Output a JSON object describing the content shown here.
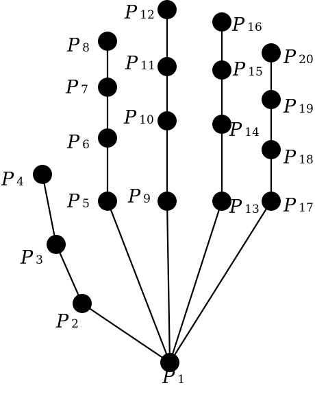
{
  "diagram": {
    "label_prefix": "P",
    "nodes": [
      {
        "id": "1",
        "label": "1"
      },
      {
        "id": "2",
        "label": "2"
      },
      {
        "id": "3",
        "label": "3"
      },
      {
        "id": "4",
        "label": "4"
      },
      {
        "id": "5",
        "label": "5"
      },
      {
        "id": "6",
        "label": "6"
      },
      {
        "id": "7",
        "label": "7"
      },
      {
        "id": "8",
        "label": "8"
      },
      {
        "id": "9",
        "label": "9"
      },
      {
        "id": "10",
        "label": "10"
      },
      {
        "id": "11",
        "label": "11"
      },
      {
        "id": "12",
        "label": "12"
      },
      {
        "id": "13",
        "label": "13"
      },
      {
        "id": "14",
        "label": "14"
      },
      {
        "id": "15",
        "label": "15"
      },
      {
        "id": "16",
        "label": "16"
      },
      {
        "id": "17",
        "label": "17"
      },
      {
        "id": "18",
        "label": "18"
      },
      {
        "id": "19",
        "label": "19"
      },
      {
        "id": "20",
        "label": "20"
      }
    ],
    "edges": [
      [
        "1",
        "2"
      ],
      [
        "2",
        "3"
      ],
      [
        "3",
        "4"
      ],
      [
        "1",
        "5"
      ],
      [
        "5",
        "6"
      ],
      [
        "6",
        "7"
      ],
      [
        "7",
        "8"
      ],
      [
        "1",
        "9"
      ],
      [
        "9",
        "10"
      ],
      [
        "10",
        "11"
      ],
      [
        "11",
        "12"
      ],
      [
        "1",
        "13"
      ],
      [
        "13",
        "14"
      ],
      [
        "14",
        "15"
      ],
      [
        "15",
        "16"
      ],
      [
        "1",
        "17"
      ],
      [
        "17",
        "18"
      ],
      [
        "18",
        "19"
      ],
      [
        "19",
        "20"
      ]
    ]
  }
}
